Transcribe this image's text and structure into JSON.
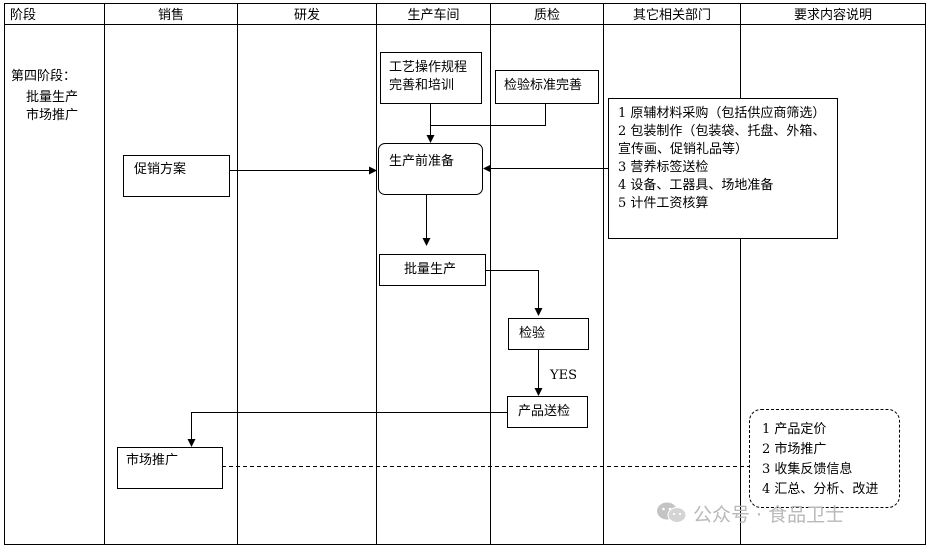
{
  "columns": [
    "阶段",
    "销售",
    "研发",
    "生产车间",
    "质检",
    "其它相关部门",
    "要求内容说明"
  ],
  "stage": {
    "title": "第四阶段：",
    "lines": [
      "批量生产",
      "市场推广"
    ]
  },
  "boxes": {
    "process_training": [
      "工艺操作规程",
      "完善和培训"
    ],
    "inspection_standard": "检验标准完善",
    "promotion_plan": "促销方案",
    "preproduction": "生产前准备",
    "mass_production": "批量生产",
    "inspection": "检验",
    "product_submission": "产品送检",
    "market_promotion": "市场推广"
  },
  "other_dept_items": [
    "1 原辅材料采购（包括供应商筛选）",
    "2 包装制作（包装袋、托盘、外箱、",
    "宣传画、促销礼品等）",
    "3 营养标签送检",
    "4 设备、工器具、场地准备",
    "5 计件工资核算"
  ],
  "requirements_items": [
    "1 产品定价",
    "2 市场推广",
    "3 收集反馈信息",
    "4 汇总、分析、改进"
  ],
  "edge_label_yes": "YES",
  "watermark": "公众号 · 食品卫士",
  "colors": {
    "line": "#000000",
    "watermark": "#b9b9b9"
  }
}
